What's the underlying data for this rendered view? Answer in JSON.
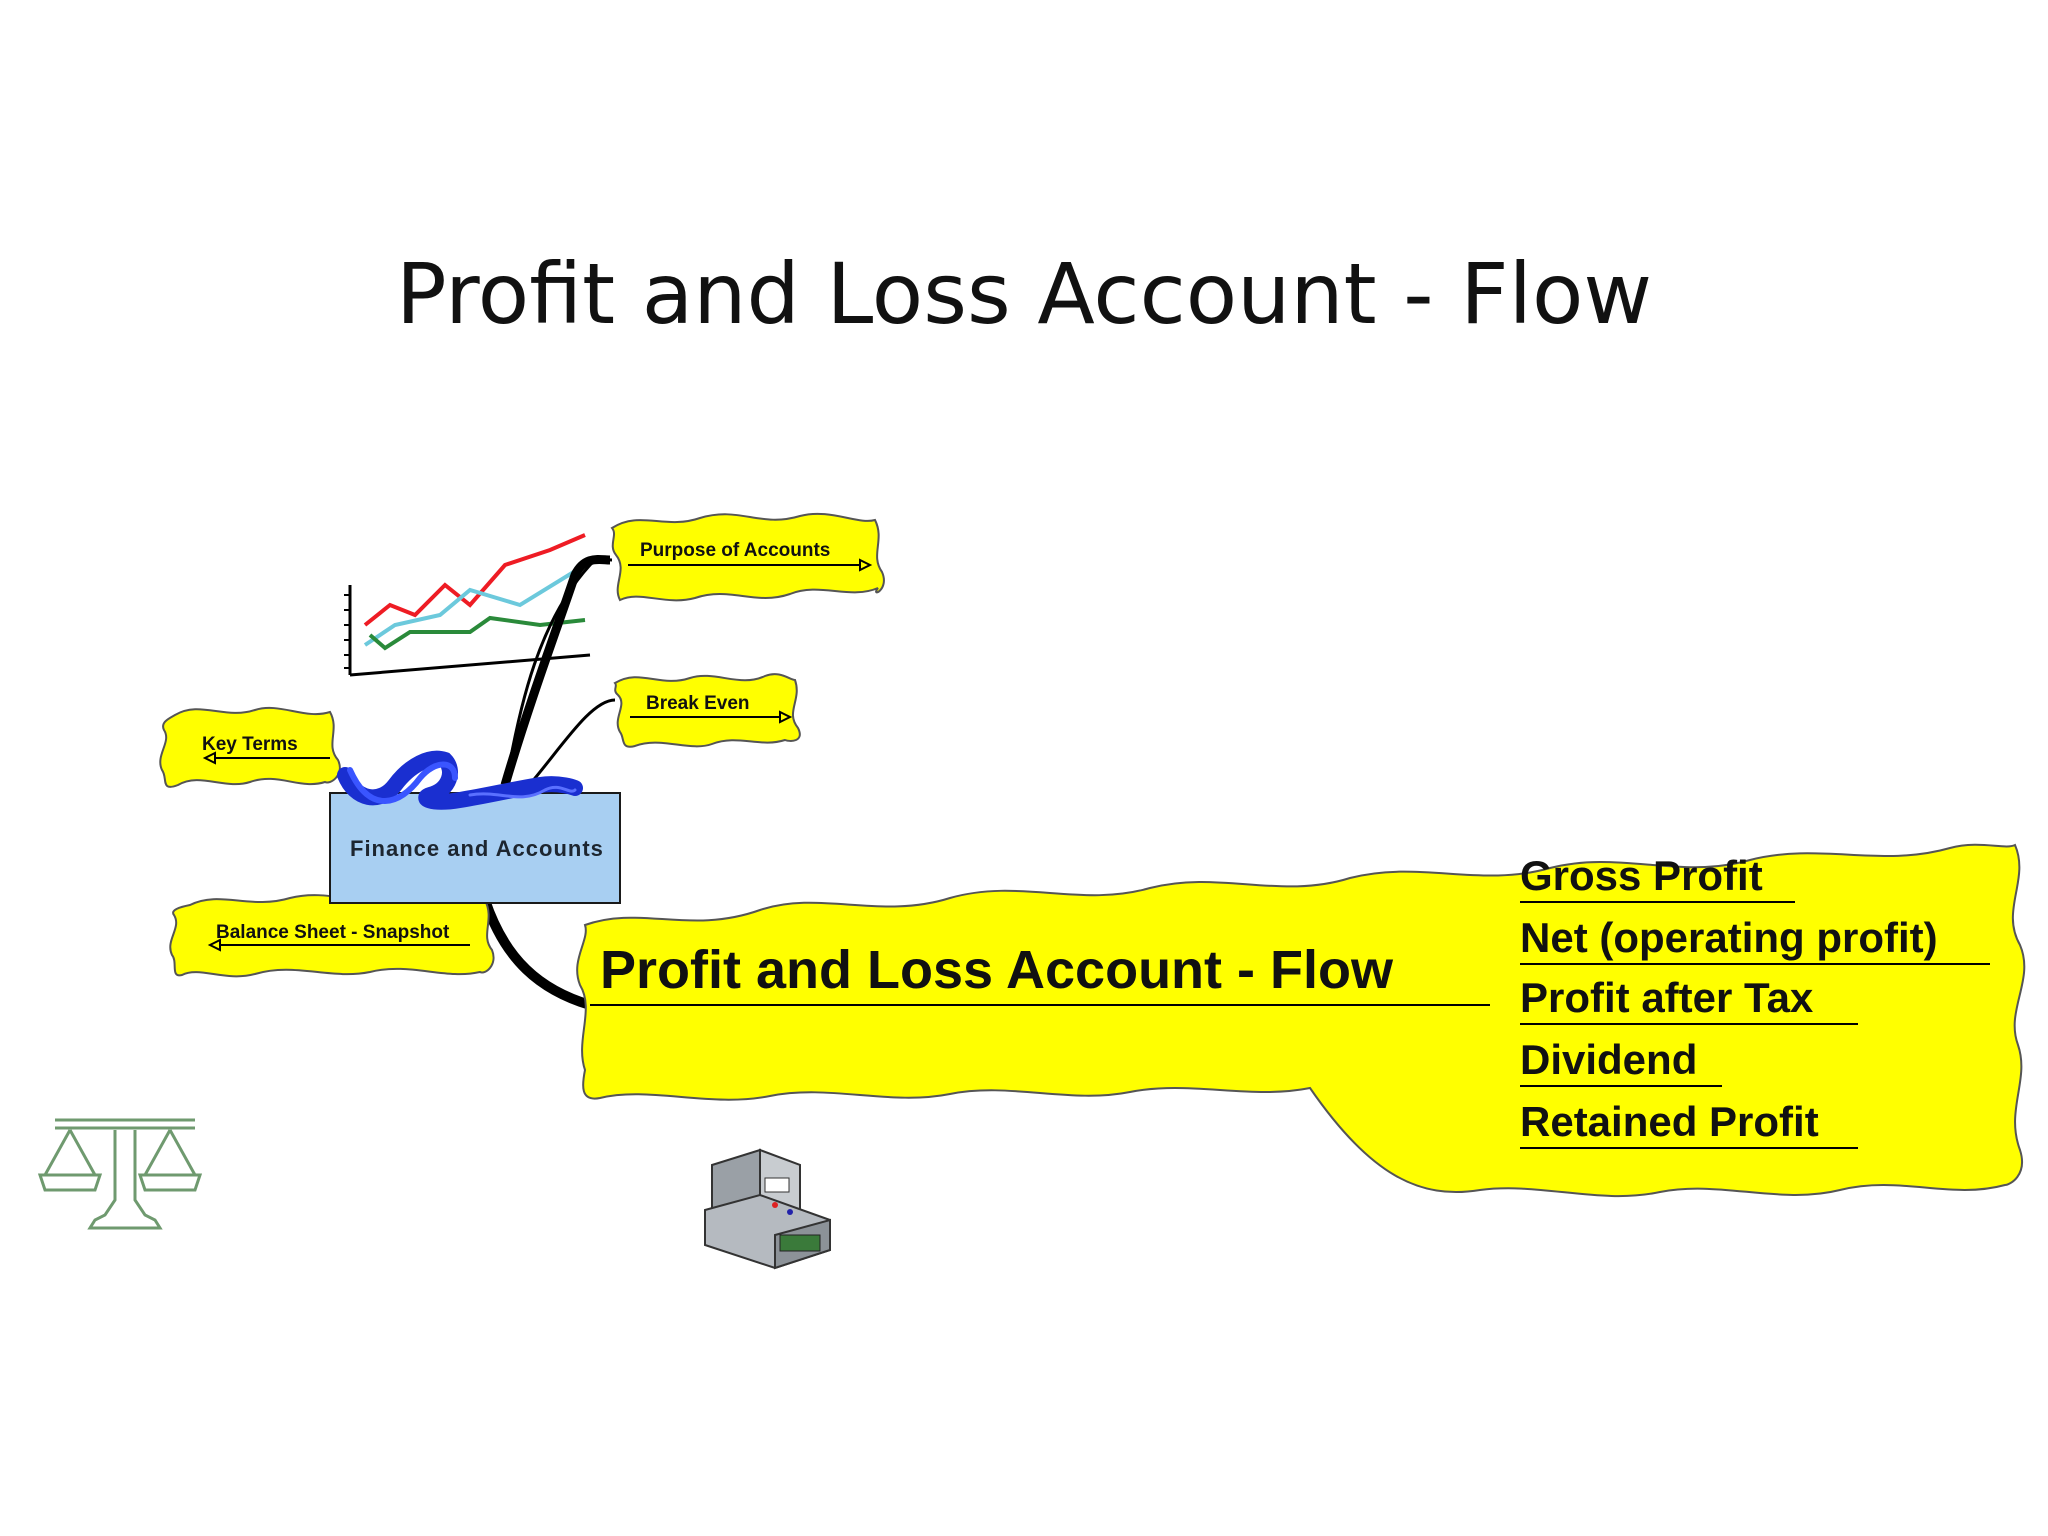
{
  "slide": {
    "title": "Profit and Loss Account - Flow"
  },
  "mindmap": {
    "root": "Finance and Accounts",
    "branches": [
      {
        "id": "purpose",
        "label": "Purpose of Accounts"
      },
      {
        "id": "break_even",
        "label": "Break Even"
      },
      {
        "id": "key_terms",
        "label": "Key Terms"
      },
      {
        "id": "balance_sheet",
        "label": "Balance Sheet - Snapshot"
      }
    ],
    "focus": {
      "label": "Profit and Loss Account - Flow",
      "items": [
        "Gross Profit",
        "Net (operating profit)",
        "Profit after Tax",
        "Dividend",
        "Retained Profit"
      ]
    }
  },
  "colors": {
    "bubble_fill": "#ffff00",
    "root_fill": "#a8cff2",
    "root_border": "#1a1a1a",
    "branch_line": "#000000",
    "chart_red": "#ee1c24",
    "chart_cyan": "#6cc9dc",
    "chart_green": "#2a8a3a",
    "scales_color": "#6f9a6f"
  },
  "icons": [
    "line-chart-icon",
    "swirl-icon",
    "scales-icon",
    "cash-register-icon"
  ]
}
